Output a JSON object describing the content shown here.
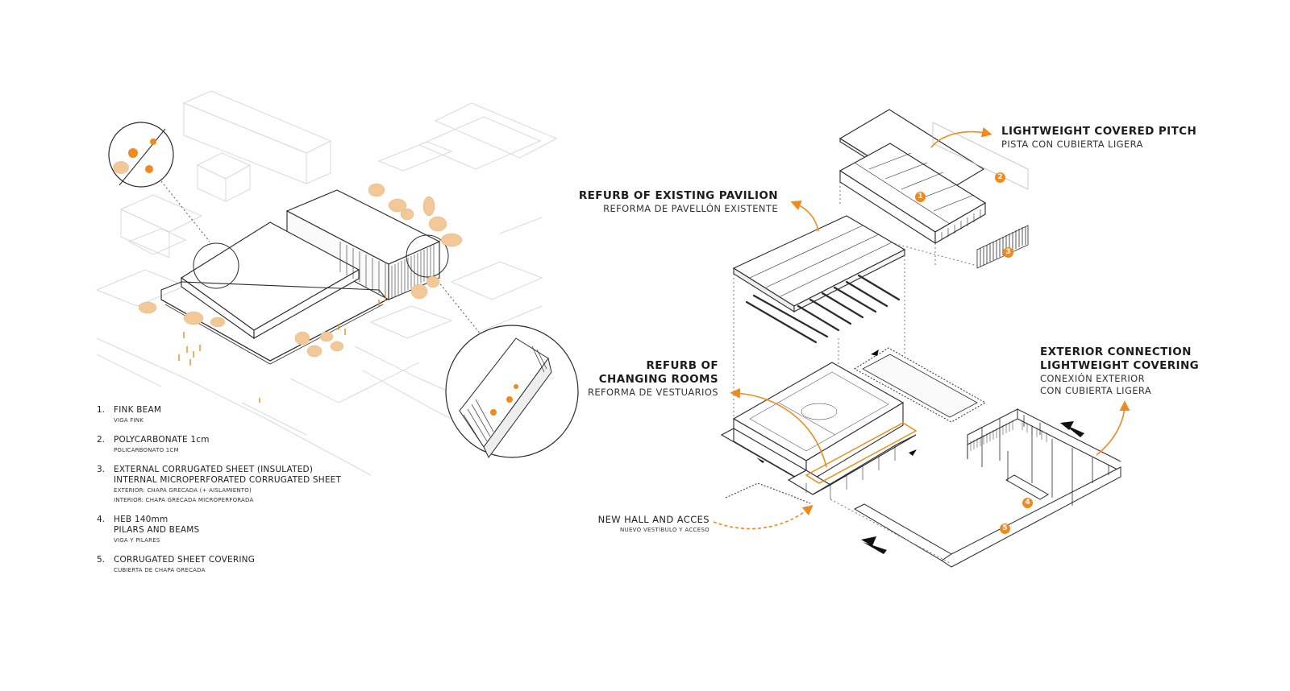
{
  "legend": [
    {
      "num": "1.",
      "lines": [
        "FINK BEAM"
      ],
      "sub": [
        "VIGA FINK"
      ]
    },
    {
      "num": "2.",
      "lines": [
        "POLYCARBONATE 1cm"
      ],
      "sub": [
        "POLICARBONATO 1CM"
      ]
    },
    {
      "num": "3.",
      "lines": [
        "EXTERNAL CORRUGATED SHEET (INSULATED)",
        "INTERNAL MICROPERFORATED CORRUGATED SHEET"
      ],
      "sub": [
        "EXTERIOR: CHAPA GRECADA (+ AISLAMIENTO)",
        "INTERIOR: CHAPA GRECADA MICROPERFORADA"
      ]
    },
    {
      "num": "4.",
      "lines": [
        "HEB 140mm",
        "PILARS AND BEAMS"
      ],
      "sub": [
        "VIGA Y PILARES"
      ]
    },
    {
      "num": "5.",
      "lines": [
        "CORRUGATED SHEET COVERING"
      ],
      "sub": [
        "CUBIERTA DE CHAPA GRECADA"
      ]
    }
  ],
  "labels": {
    "covered_pitch": {
      "title": "LIGHTWEIGHT COVERED PITCH",
      "subtitle": "PISTA CON CUBIERTA LIGERA"
    },
    "pavilion": {
      "title": "REFURB OF EXISTING PAVILION",
      "subtitle": "REFORMA DE PAVELLÓN EXISTENTE"
    },
    "changing": {
      "title1": "REFURB OF",
      "title2": "CHANGING ROOMS",
      "subtitle": "REFORMA DE VESTUARIOS"
    },
    "exterior": {
      "title1": "EXTERIOR CONNECTION",
      "title2": "LIGHTWEIGHT COVERING",
      "subtitle1": "CONEXIÓN EXTERIOR",
      "subtitle2": "CON CUBIERTA LIGERA"
    },
    "hall": {
      "title": "NEW HALL AND ACCES",
      "subtitle": "NUEVO VESTÍBULO Y ACCESO"
    }
  },
  "badges": [
    "1",
    "2",
    "3",
    "4",
    "5"
  ],
  "colors": {
    "accent": "#ef8a1f",
    "line": "#2a2a2a",
    "context": "#d6d6d6"
  }
}
